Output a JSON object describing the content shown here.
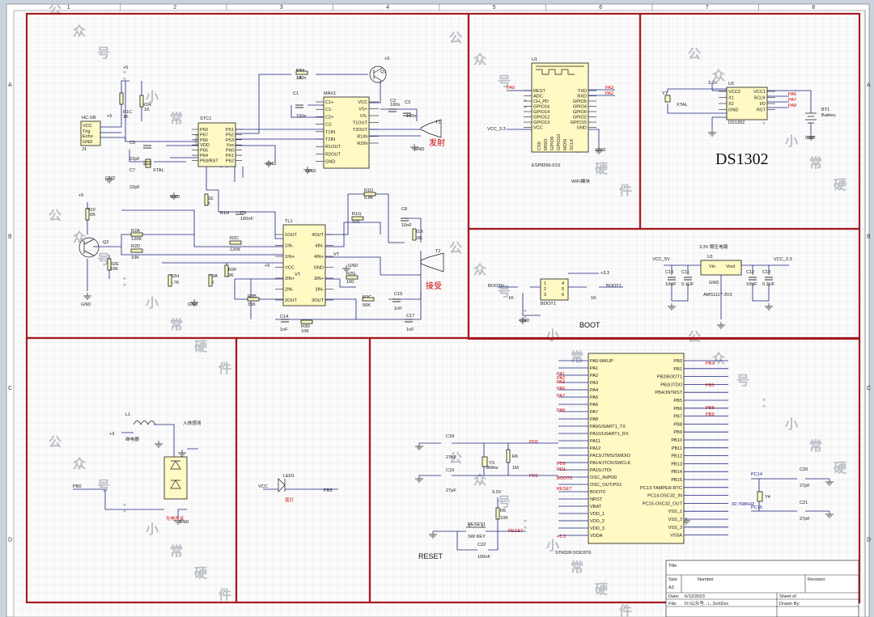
{
  "ruler": {
    "cols": [
      "1",
      "2",
      "3",
      "4",
      "5",
      "6",
      "7",
      "8"
    ],
    "rows": [
      "A",
      "B",
      "C",
      "D"
    ]
  },
  "watermark": [
    "公",
    "众",
    "号",
    "：",
    "小",
    "常",
    "硬",
    "件"
  ],
  "colors": {
    "border": "#a61b22",
    "wire": "#1a237e",
    "component": "#fff9c4",
    "background": "#ffffff"
  },
  "sections": {
    "transceiver": {
      "stc": {
        "name": "STC1",
        "pins_left": [
          "P50",
          "P67",
          "P66",
          "VDD",
          "P65",
          "P64",
          "P63/RST"
        ],
        "pins_right": [
          "P51",
          "P52",
          "P53",
          "Vss",
          "P60",
          "P61",
          "P62"
        ]
      },
      "max": {
        "name": "MAX1",
        "pins_left": [
          "C1+",
          "C1-",
          "C2+",
          "C2-",
          "T1IN",
          "T2IN",
          "R1OUT",
          "R2OUT",
          "GND"
        ],
        "pins_right": [
          "VCC",
          "VS+",
          "VS-",
          "T1OUT",
          "T2OUT",
          "R1IN",
          "R2IN"
        ]
      },
      "tl": {
        "name": "TL1",
        "pins_left": [
          "1OUT",
          "1IN-",
          "1IN+",
          "VCC",
          "2IN+",
          "2IN-",
          "2OUT"
        ],
        "pins_right": [
          "4OUT",
          "4IN-",
          "4IN+",
          "GND",
          "3IN+",
          "3IN-",
          "3OUT"
        ]
      },
      "header": {
        "name": "HC-SR",
        "pins": [
          "VCC",
          "Trig",
          "Echo",
          "GND"
        ],
        "ref": "J1"
      },
      "xtal": "XTAL",
      "labels": {
        "transmit": "发射",
        "receive": "接受",
        "t1": "T1",
        "t2": "T2",
        "q1": "Q1",
        "q2": "Q2",
        "vt": "VT",
        "gnd": "GND",
        "plus5": "+5"
      },
      "passives": [
        "R1A",
        "1K",
        "R1C",
        "1K",
        "R1R",
        "1K",
        "C5",
        "22pF",
        "C7",
        "22pF",
        "R1E",
        "1K",
        "R1H",
        "C9",
        "100nF",
        "R1F",
        "10K",
        "R2A",
        "120K",
        "R2D",
        "10K",
        "R2E",
        "10K",
        "R2C",
        "120K",
        "R2F",
        "2K",
        "R2H",
        "4.7K",
        "R3A",
        "1K",
        "R3B",
        "35K",
        "R3C",
        "56K",
        "R3D",
        "10K",
        "C14",
        "1nF",
        "C15",
        "1nF",
        "C17",
        "1nF",
        "R1D",
        "6.8K",
        "R1G",
        "470",
        "C8",
        "10nF",
        "R1B",
        "10K",
        "R2G",
        "160",
        "C1",
        "100n",
        "C2",
        "100n",
        "C3",
        "100n",
        "C4",
        "100n"
      ]
    },
    "wifi": {
      "ref": "U1",
      "name": "ESP8266-01S",
      "caption": "WIFI模块",
      "pins_left": [
        "REST",
        "ADC",
        "CH_PD",
        "GPIO16",
        "GPIO14",
        "GPIO12",
        "GPIO13",
        "VCC"
      ],
      "pins_right": [
        "TXD",
        "RXD",
        "GPIO5",
        "GPIO4",
        "GPIO0",
        "GPIO2",
        "GPIO15",
        "GND"
      ],
      "pins_bottom": [
        "CS0",
        "MISO",
        "GPIO9",
        "GPIO10",
        "MOSI",
        "SCLK"
      ],
      "nets": [
        "PA0",
        "PA3",
        "PA2",
        "VCC_3.3",
        "GND"
      ]
    },
    "rtc": {
      "ref": "U2",
      "name": "DS1302",
      "title": "DS1302",
      "pins_left": [
        "VCC2",
        "X1",
        "X2",
        "GND"
      ],
      "pins_right": [
        "VCC1",
        "SCLK",
        "I/O",
        "RST"
      ],
      "nets": [
        "3.3V",
        "PA6",
        "PA7",
        "PA8",
        "GND"
      ],
      "crystal": "Y1",
      "crystal_label": "XTAL",
      "battery": "BT1",
      "battery_label": "Battery"
    },
    "power": {
      "title": "3.3V 稳压电路",
      "ref": "U1",
      "part": "AMS1117-3V3",
      "pins": [
        "Vin",
        "Vout",
        "GND"
      ],
      "in_net": "VCC_5V",
      "out_net": "VCC_3.3",
      "caps": [
        "C10",
        "10UF",
        "C11",
        "0.1UF",
        "C12",
        "10UF",
        "C13",
        "0.1UF"
      ]
    },
    "boot": {
      "title": "BOOT",
      "ref": "BOOT1",
      "nets": [
        "BOOT0",
        "BOOT1",
        "+3.3",
        "GND"
      ],
      "resistors": [
        "1K",
        "1K"
      ],
      "pins": [
        "1",
        "2",
        "3",
        "4",
        "5",
        "6"
      ]
    },
    "relay": {
      "ref": "L1",
      "caption": "继电器",
      "switch_caption": "光电开关",
      "net": "PB0",
      "extra": "入体感测",
      "gnd": "GND",
      "plus3": "+3"
    },
    "led": {
      "ref": "LED1",
      "caption": "蓝灯",
      "net": "PB5",
      "vcc": "VCC"
    },
    "mcu": {
      "name": "STM32F103C8T6",
      "pins_left": [
        "PA0-WKUP",
        "PA1",
        "PA2",
        "PA3",
        "PA4",
        "PA5",
        "PA6",
        "PA7",
        "PA8",
        "PA9/USART1_TX",
        "PA10/USART1_RX",
        "PA11",
        "PA12",
        "PA13/JTMS/SWDIO",
        "PA14/JTCK/SWCLK",
        "PA15/JTDI",
        "OSC_IN/PD0",
        "OSC_OUT/PD1",
        "BOOT0",
        "NRST",
        "VBAT",
        "VDD_1",
        "VDD_2",
        "VDD_3",
        "VDDA"
      ],
      "pins_right": [
        "PB0",
        "PB1",
        "PB2/BOOT1",
        "PB3/JTDO",
        "PB4/JNTRST",
        "PB5",
        "PB6",
        "PB7",
        "PB8",
        "PB9",
        "PB10",
        "PB11",
        "PB12",
        "PB13",
        "PB14",
        "PB15",
        "PC13-TAMPER-RTC",
        "PC14-OSC32_IN",
        "PC15-OSC32_OUT",
        "VSS_1",
        "VSS_2",
        "VSS_3",
        "VSSA"
      ],
      "nets": [
        "PA1",
        "PA2",
        "PA3",
        "PA6",
        "PA7",
        "PA8",
        "PB0",
        "PB1",
        "PB5",
        "PB8",
        "PB9",
        "PD0",
        "PD1",
        "BOOT0",
        "RESET",
        "+3.3",
        "GND"
      ],
      "osc": {
        "c18": "C18",
        "c19": "C19",
        "cap": "27pF",
        "y": "Y3",
        "freq": "8MHz",
        "r": "R6",
        "rv": "1M"
      },
      "rtc_osc": {
        "c20": "C20",
        "c21": "C21",
        "cap": "27pF",
        "y": "Y4",
        "freq": "32.768KHZ",
        "net1": "PC14",
        "net2": "PC15"
      },
      "reset": {
        "title": "RESET",
        "sw": "RESET1",
        "sw_label": "SW KEY",
        "r": "R5",
        "rv": "10K",
        "c": "C22",
        "cv": "100nF",
        "net": "RESET",
        "vcc": "3.3V"
      }
    }
  },
  "title_block": {
    "title": "Title",
    "size_label": "Size",
    "size": "A3",
    "number": "Number",
    "revision": "Revision",
    "date_label": "Date:",
    "date": "6/12/2023",
    "file_label": "File:",
    "file": "D:\\公众号...\\...SchDoc",
    "sheet": "Sheet of",
    "drawn": "Drawn By:"
  }
}
